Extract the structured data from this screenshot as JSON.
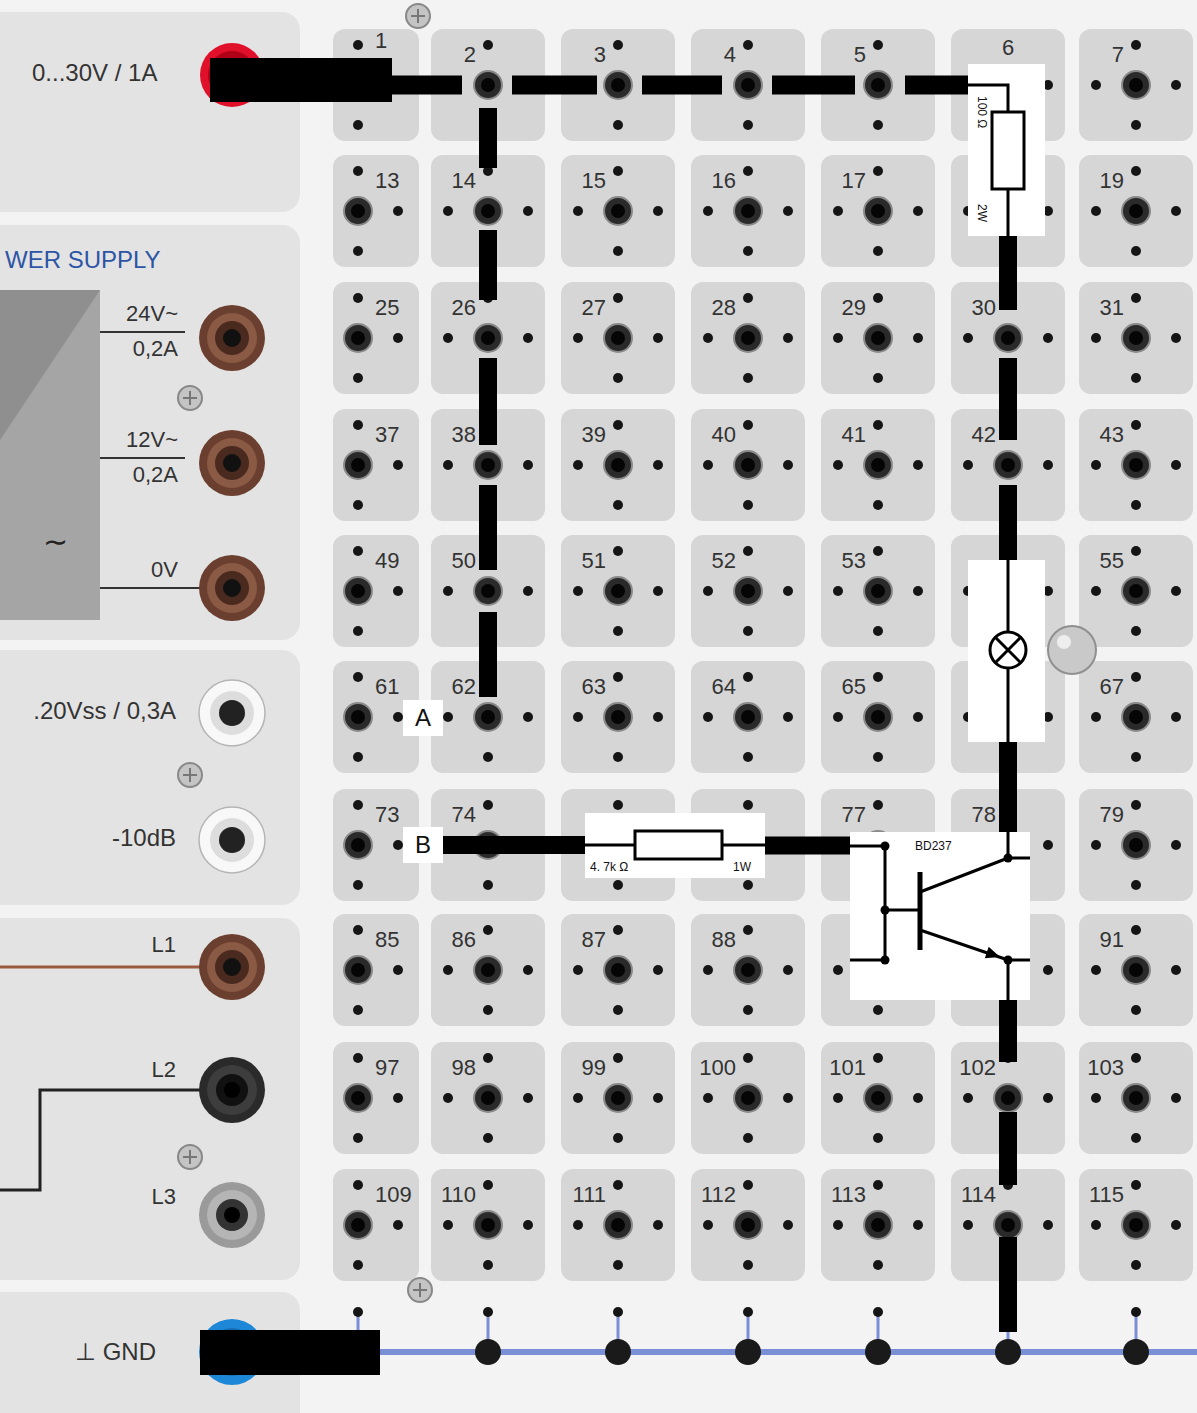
{
  "diagram": {
    "nodes": [
      {
        "text": [
          "100 Ω",
          "2W"
        ]
      },
      {
        "text": [
          "A"
        ]
      },
      {
        "text": [
          "B"
        ]
      },
      {
        "text": [
          "4. 7k Ω",
          "1W"
        ]
      },
      {
        "text": [
          "BD237"
        ]
      }
    ],
    "edges": [
      {
        "from": 2,
        "to": 3,
        "arrow": "none"
      },
      {
        "from": 3,
        "to": 4,
        "arrow": "none"
      }
    ],
    "labels": [
      "0...30V / 1A",
      "WER SUPPLY",
      "24V~",
      "0,2A",
      "12V~",
      "0,2A",
      "∼",
      "0V",
      ".20Vss / 0,3A",
      "-10dB",
      "L1",
      "L2",
      "L3",
      "⊥ GND",
      "1",
      "2",
      "3",
      "4",
      "5",
      "6",
      "7",
      "13",
      "14",
      "15",
      "16",
      "17",
      "19",
      "25",
      "26",
      "27",
      "28",
      "29",
      "30",
      "31",
      "37",
      "38",
      "39",
      "40",
      "41",
      "42",
      "43",
      "49",
      "50",
      "51",
      "52",
      "53",
      "55",
      "61",
      "62",
      "63",
      "64",
      "65",
      "67",
      "73",
      "74",
      "77",
      "78",
      "79",
      "85",
      "86",
      "87",
      "88",
      "91",
      "97",
      "98",
      "99",
      "100",
      "101",
      "102",
      "103",
      "109",
      "110",
      "111",
      "112",
      "113",
      "114",
      "115"
    ]
  }
}
